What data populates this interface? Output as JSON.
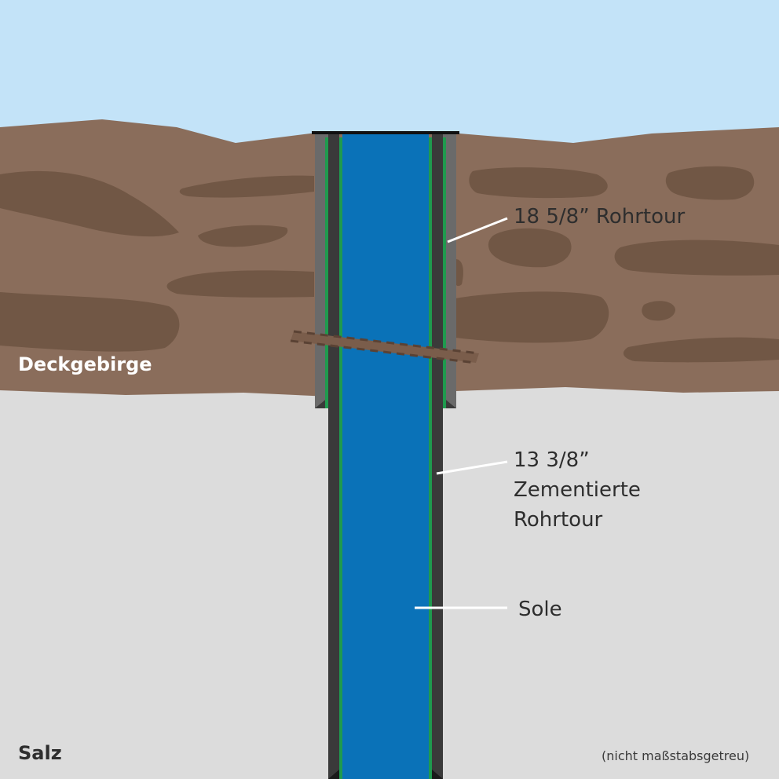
{
  "labels": {
    "outer_casing": "18 5/8” Rohrtour",
    "inner_casing_line1": "13 3/8”",
    "inner_casing_line2": "Zementierte",
    "inner_casing_line3": "Rohrtour",
    "brine": "Sole",
    "overburden": "Deckgebirge",
    "salt": "Salz",
    "scale_note": "(nicht maßstabsgetreu)"
  },
  "colors": {
    "sky": "#c3e3f8",
    "overburden": "#8a6d5b",
    "overburden_dark": "#715745",
    "salt": "#dcdcdc",
    "brine": "#0a72b8",
    "casing": "#3a3a3a",
    "outer_casing": "#6a6a6a",
    "cement": "#1f9a4e",
    "fault": "#7a5d4b"
  }
}
